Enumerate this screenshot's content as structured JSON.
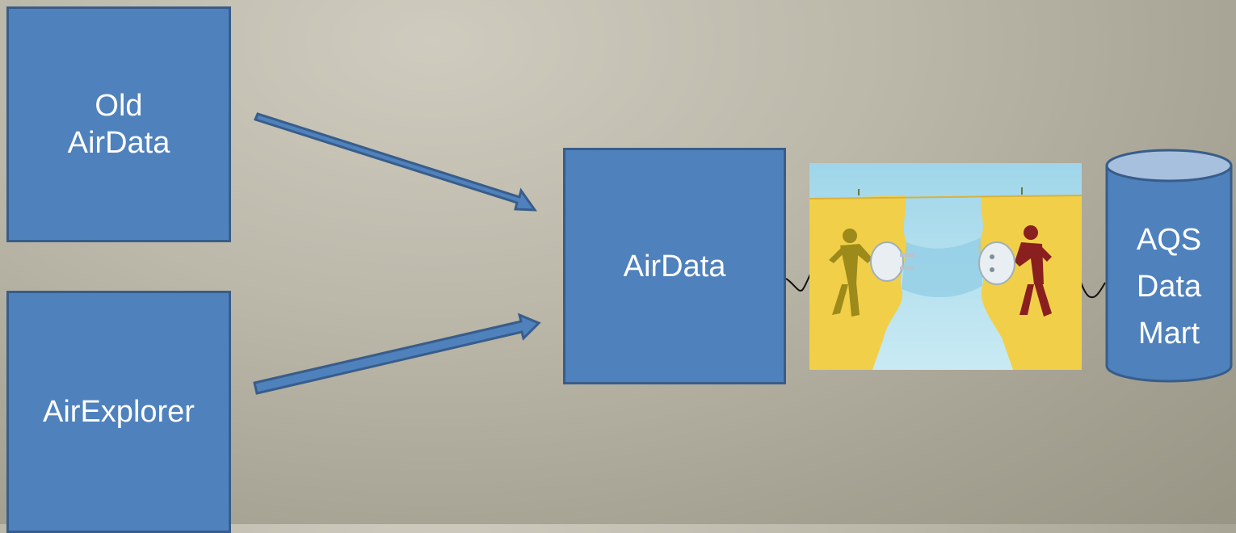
{
  "diagram": {
    "nodes": {
      "old_airdata": {
        "label": "Old\nAirData"
      },
      "airexplorer": {
        "label": "AirExplorer"
      },
      "airdata": {
        "label": "AirData"
      },
      "aqs_data_mart": {
        "label": "AQS\nData\nMart"
      }
    },
    "edges": [
      {
        "from": "old_airdata",
        "to": "airdata"
      },
      {
        "from": "airexplorer",
        "to": "airdata"
      }
    ],
    "connector_image": "plug-connection-illustration"
  },
  "colors": {
    "box_fill": "#4f81bd",
    "box_border": "#385d8a",
    "text": "#ffffff",
    "background": "#b4b0a1"
  }
}
